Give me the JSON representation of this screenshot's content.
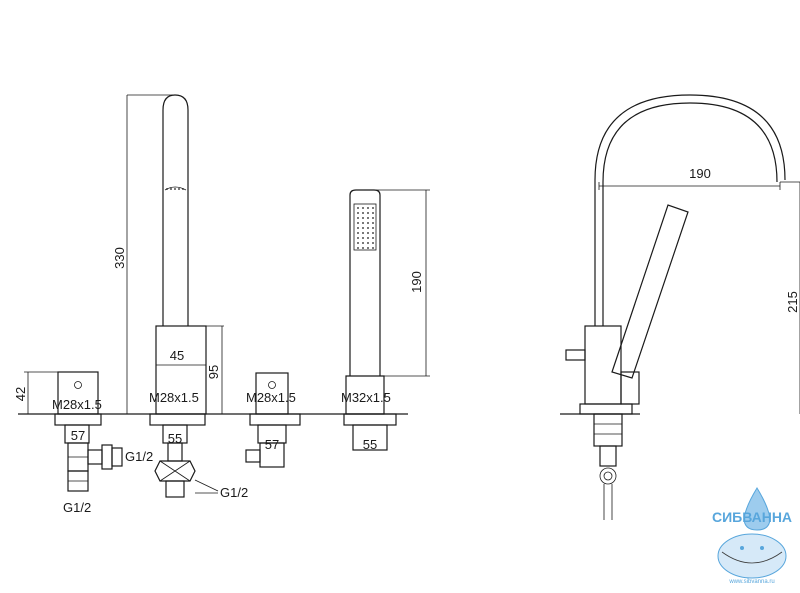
{
  "labels": {
    "dim_330": "330",
    "dim_42": "42",
    "dim_45": "45",
    "dim_95": "95",
    "dim_190_hand": "190",
    "dim_190_spout": "190",
    "dim_215": "215",
    "thread_1": "M28x1.5",
    "thread_2": "M28x1.5",
    "thread_3": "M28x1.5",
    "thread_4": "M32x1.5",
    "width_1": "57",
    "width_2": "55",
    "width_3": "57",
    "width_4": "55",
    "conn_1": "G1/2",
    "conn_2": "G1/2",
    "conn_3": "G1/2"
  },
  "logo": {
    "name": "СИБВАННА",
    "url": "www.sibvanna.ru",
    "color": "#3b97d6"
  }
}
